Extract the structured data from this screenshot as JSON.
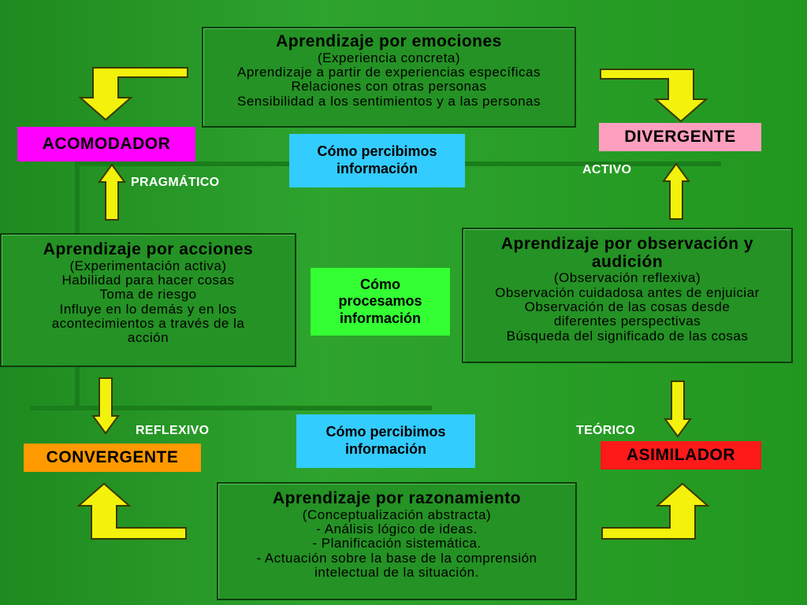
{
  "top_box": {
    "title": "Aprendizaje por emociones",
    "lines": [
      "(Experiencia concreta)",
      "Aprendizaje a partir de experiencias específicas",
      "Relaciones con otras personas",
      "Sensibilidad a los sentimientos y a las personas"
    ]
  },
  "left_box": {
    "title": "Aprendizaje por acciones",
    "lines": [
      "(Experimentación activa)",
      "Habilidad para hacer cosas",
      "Toma de riesgo",
      "Influye en lo demás y en los",
      "acontecimientos a través de la",
      "acción"
    ]
  },
  "right_box": {
    "title_lines": [
      "Aprendizaje por observación y",
      "audición"
    ],
    "lines": [
      "(Observación reflexiva)",
      "Observación cuidadosa antes de enjuiciar",
      "Observación de las cosas desde",
      "diferentes perspectivas",
      "Búsqueda del significado de las cosas"
    ]
  },
  "bottom_box": {
    "title": "Aprendizaje por razonamiento",
    "lines": [
      "(Conceptualización abstracta)",
      "- Análisis lógico de ideas.",
      "- Planificación sistemática.",
      "- Actuación sobre la base de la comprensión",
      "intelectual de la situación."
    ]
  },
  "styles": {
    "acomodador": "ACOMODADOR",
    "divergente": "DIVERGENTE",
    "convergente": "CONVERGENTE",
    "asimilador": "ASIMILADOR"
  },
  "center_boxes": {
    "top": [
      "Cómo percibimos",
      "información"
    ],
    "middle": [
      "Cómo",
      "procesamos",
      "información"
    ],
    "bottom": [
      "Cómo percibimos",
      "información"
    ]
  },
  "tags": {
    "pragmatico": "PRAGMÁTICO",
    "activo": "ACTIVO",
    "reflexivo": "REFLEXIVO",
    "teorico": "TEÓRICO"
  },
  "colors": {
    "acomodador": "#ff00ff",
    "divergente": "#ff9fc0",
    "convergente": "#ff9900",
    "asimilador": "#ff1a1a",
    "center_cyan": "#33ccff",
    "center_green": "#33ff33",
    "arrow": "#f2f20c"
  }
}
